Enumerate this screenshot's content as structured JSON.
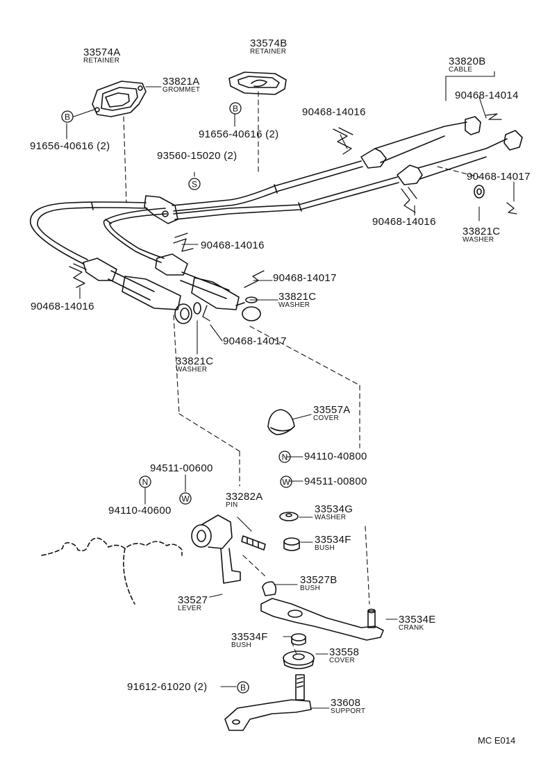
{
  "diagram_code": "MC E014",
  "parts": {
    "retainer_a": {
      "number": "33574A",
      "name": "RETAINER"
    },
    "retainer_b": {
      "number": "33574B",
      "name": "RETAINER"
    },
    "grommet": {
      "number": "33821A",
      "name": "GROMMET"
    },
    "cable": {
      "number": "33820B",
      "name": "CABLE"
    },
    "washer_right": {
      "number": "33821C",
      "name": "WASHER"
    },
    "washer_mid": {
      "number": "33821C",
      "name": "WASHER"
    },
    "washer_left": {
      "number": "33821C",
      "name": "WASHER"
    },
    "cover_upper": {
      "number": "33557A",
      "name": "COVER"
    },
    "pin": {
      "number": "33282A",
      "name": "PIN"
    },
    "washer_g": {
      "number": "33534G",
      "name": "WASHER"
    },
    "bush_f_upper": {
      "number": "33534F",
      "name": "BUSH"
    },
    "bush_b": {
      "number": "33527B",
      "name": "BUSH"
    },
    "lever": {
      "number": "33527",
      "name": "LEVER"
    },
    "crank": {
      "number": "33534E",
      "name": "CRANK"
    },
    "bush_f_lower": {
      "number": "33534F",
      "name": "BUSH"
    },
    "cover_lower": {
      "number": "33558",
      "name": "COVER"
    },
    "support": {
      "number": "33608",
      "name": "SUPPORT"
    }
  },
  "fasteners": {
    "bolt_left": "91656-40616 (2)",
    "bolt_right": "91656-40616 (2)",
    "screw": "93560-15020 (2)",
    "clip_top_left": "90468-14016",
    "clip_top_right": "90468-14014",
    "clip_right": "90468-14016",
    "clip_far_right": "90468-14017",
    "clip_center": "90468-14016",
    "clip_left": "90468-14016",
    "pin_clip_upper": "90468-14017",
    "pin_clip_lower": "90468-14017",
    "nut_right": "94110-40800",
    "washer_right": "94511-00800",
    "washer_left": "94511-00600",
    "nut_left": "94110-40600",
    "bolt_bottom": "91612-61020 (2)"
  },
  "symbols": {
    "bolt": "B",
    "screw": "S",
    "nut": "N",
    "washer": "W"
  }
}
